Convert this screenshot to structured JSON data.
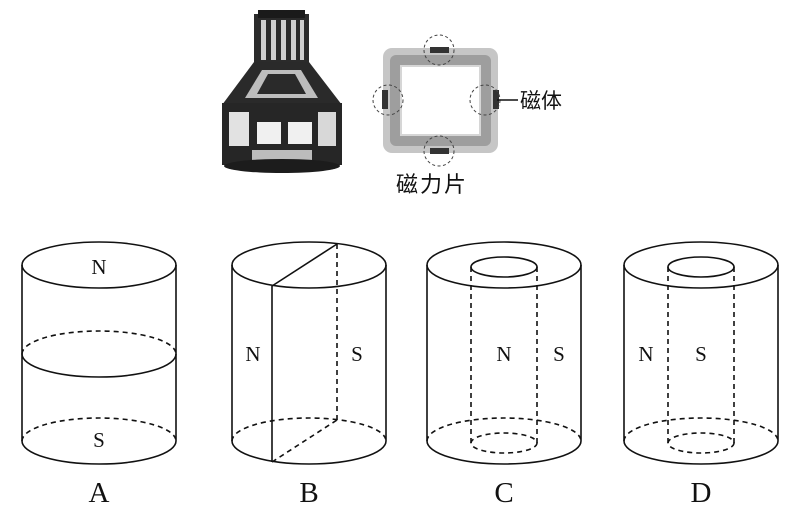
{
  "photo_labels": {
    "magnet_callout": "磁体",
    "tile_caption": "磁力片"
  },
  "cylinders": [
    {
      "letter": "A",
      "poles": [
        "N",
        "S"
      ]
    },
    {
      "letter": "B",
      "poles": [
        "N",
        "S"
      ]
    },
    {
      "letter": "C",
      "poles": [
        "N",
        "S"
      ]
    },
    {
      "letter": "D",
      "poles": [
        "N",
        "S"
      ]
    }
  ]
}
